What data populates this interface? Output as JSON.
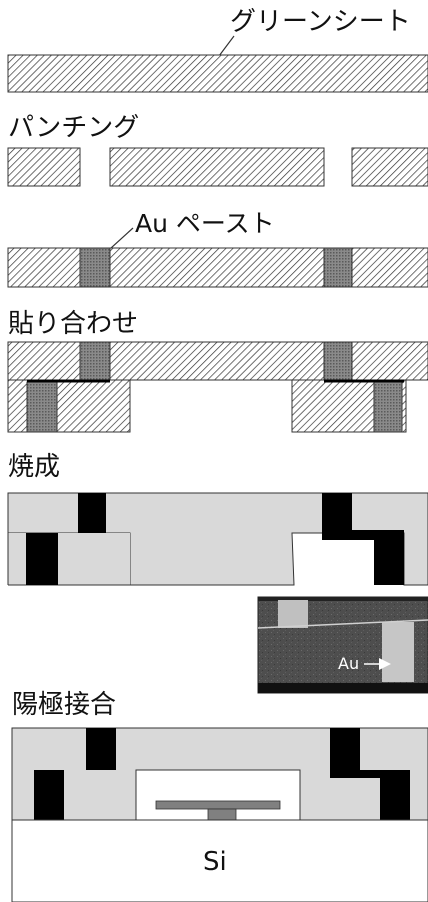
{
  "steps": {
    "green_sheet": "グリーンシート",
    "punching": "パンチング",
    "au_paste": "Au ペースト",
    "lamination": "貼り合わせ",
    "firing": "焼成",
    "anodic_bonding": "陽極接合"
  },
  "photo_label": "Au",
  "substrate_label": "Si",
  "colors": {
    "hatch": "#333333",
    "fired_ceramic": "#d9d9d9",
    "conductor": "#000000",
    "paste_fill": "#7a7a7a",
    "electrode": "#808080",
    "photo_bg": "#4a4a4a"
  }
}
